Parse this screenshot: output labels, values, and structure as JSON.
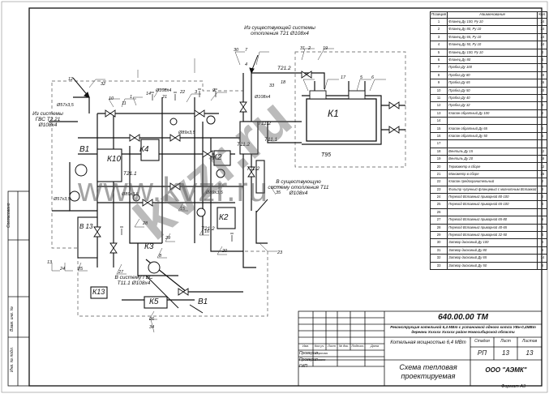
{
  "drawing": {
    "code": "640.00.00 ТМ",
    "project_title": "Реконструкция котельной 6,4 МВт с установкой одного котла УВн-0,4МВт деревни Хххххх Хххххх район Новосибирской области",
    "part_title": "Котельная мощностью 6,4 МВт",
    "sheet_title": "Схема тепловая проектируемая",
    "company": "ООО \"АЭМК\"",
    "stage_label": "Стадия",
    "sheet_label": "Лист",
    "sheets_label": "Листов",
    "stage": "РП",
    "sheet": "13",
    "sheets": "13",
    "format": "Формат А3",
    "roles": [
      {
        "role": "Изм.",
        "name": ""
      },
      {
        "role": "Проверил",
        "name": "Чернова"
      },
      {
        "role": "Проверил",
        "name": "Бигаев"
      },
      {
        "role": "ГИП",
        "name": ""
      }
    ],
    "stamp_cols": [
      "Изм.",
      "Кол.уч.",
      "Лист",
      "№ док.",
      "Подпись",
      "Дата"
    ],
    "side_stamps": [
      "Согласовано",
      "Взам. инв. №",
      "Инв. № подл."
    ]
  },
  "spec": {
    "headers": [
      "Позиция",
      "Наименование",
      "Кол."
    ],
    "rows": [
      [
        "1",
        "Фланец Ду 100, Ру 10",
        "24"
      ],
      [
        "2",
        "Фланец Ду 80, Ру 10",
        "24"
      ],
      [
        "3",
        "Фланец Ду 65, Ру 10",
        "24"
      ],
      [
        "4",
        "Фланец Ду 50, Ру 10",
        "24"
      ],
      [
        "5",
        "Фланец Ду 100, Ру 10",
        "4"
      ],
      [
        "6",
        "Фланец Ду 80",
        "4"
      ],
      [
        "7",
        "Пробка Ду 100",
        "4"
      ],
      [
        "8",
        "Пробка Ду 80",
        "10"
      ],
      [
        "9",
        "Пробка Ду 65",
        "16"
      ],
      [
        "10",
        "Пробка Ду 50",
        "10"
      ],
      [
        "11",
        "Пробка Ду 40",
        "4"
      ],
      [
        "12",
        "Пробка Ду 32",
        "4"
      ],
      [
        "13",
        "Клапан обратный Ду 100",
        "2"
      ],
      [
        "14",
        "",
        ""
      ],
      [
        "15",
        "Клапан обратный Ду 65",
        "2"
      ],
      [
        "16",
        "Клапан обратный Ду 50",
        "5"
      ],
      [
        "17",
        "",
        ""
      ],
      [
        "18",
        "Вентиль Ду 15",
        "12"
      ],
      [
        "19",
        "Вентиль Ду 20",
        "18"
      ],
      [
        "20",
        "Термометр в сборе",
        "12"
      ],
      [
        "21",
        "Манометр в сборе",
        "25"
      ],
      [
        "22",
        "Клапан предохранительный",
        "2"
      ],
      [
        "23",
        "Фильтр чугунный фланцевый с магнитным Вставкой",
        "4"
      ],
      [
        "24",
        "Переход Вставный приварной 80-100",
        "2"
      ],
      [
        "25",
        "Переход Вставный приварной 65-100",
        "4"
      ],
      [
        "26",
        "",
        ""
      ],
      [
        "27",
        "Переход Вставный приварной 65-80",
        "8"
      ],
      [
        "28",
        "Переход Вставный приварной 40-65",
        "4"
      ],
      [
        "29",
        "Переход Вставный приварной 32-50",
        "4"
      ],
      [
        "30",
        "Затвор дисковый Ду 100",
        "4"
      ],
      [
        "31",
        "Затвор дисковый Ду 80",
        "8"
      ],
      [
        "32",
        "Затвор дисковый Ду 65",
        "14"
      ],
      [
        "33",
        "Затвор дисковый Ду 50",
        "8"
      ]
    ]
  },
  "schematic": {
    "notes": {
      "top": "Из существующей системы отопления Т21 Ø108х4",
      "left": "Из системы ГВС Т2.21 Ø108х4",
      "right": "В существующую систему отопления Т11 Ø108х4",
      "bottom": "В систему ГВС Т11.1 Ø108х4"
    },
    "equipment": {
      "k1": "К1",
      "k2a": "К2",
      "k2b": "К2",
      "k3": "К3",
      "k4": "К4",
      "k5": "К5",
      "k10": "К10",
      "k13": "К13",
      "b1a": "В1",
      "b1b": "В1",
      "b13": "В 13",
      "t95": "Т95"
    },
    "pipes": [
      "Т21.2",
      "Т11.2",
      "Т11.2",
      "Т21.1",
      "Т21.2",
      "Т11.2",
      "Т11.1"
    ],
    "sizes": [
      "Ø108х4",
      "Ø89х3,5",
      "Ø57х3,5",
      "Ø108х4",
      "Ø89х3,5",
      "Ø57х3,5",
      "Ø89х3,5"
    ],
    "marks": [
      "30",
      "7",
      "31",
      "2",
      "19",
      "17",
      "18",
      "33",
      "4",
      "5",
      "6",
      "1",
      "14",
      "21",
      "22",
      "3",
      "9",
      "10",
      "11",
      "12",
      "32",
      "13",
      "24",
      "25",
      "27",
      "28",
      "29",
      "15",
      "16",
      "20",
      "8",
      "23",
      "26",
      "34",
      "35"
    ]
  },
  "watermark": {
    "text": "www.kvzr.ru",
    "diag": "kvzr.ru"
  }
}
